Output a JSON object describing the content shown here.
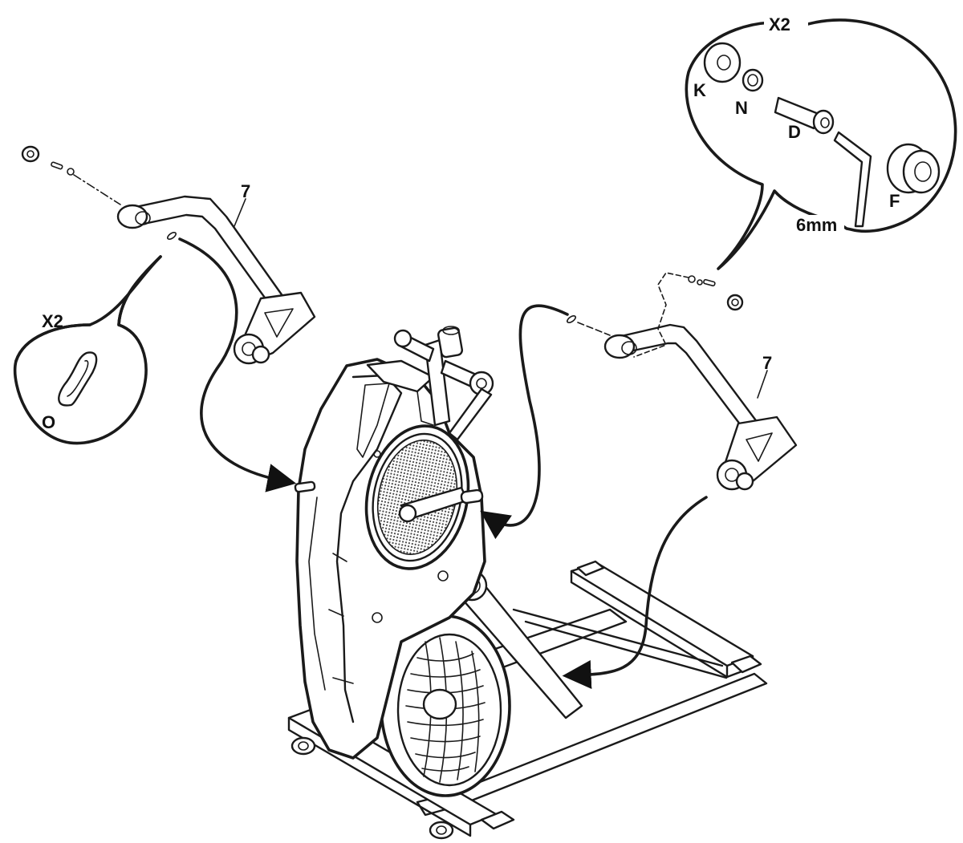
{
  "labels": {
    "callout_left_qty": "X2",
    "callout_left_part": "O",
    "callout_right_qty": "X2",
    "part_k": "K",
    "part_n": "N",
    "part_d": "D",
    "part_f": "F",
    "tool_size": "6mm",
    "arm_left_number": "7",
    "arm_right_number": "7"
  },
  "colors": {
    "line": "#1a1a1a",
    "background": "#ffffff",
    "mesh": "#444444"
  }
}
